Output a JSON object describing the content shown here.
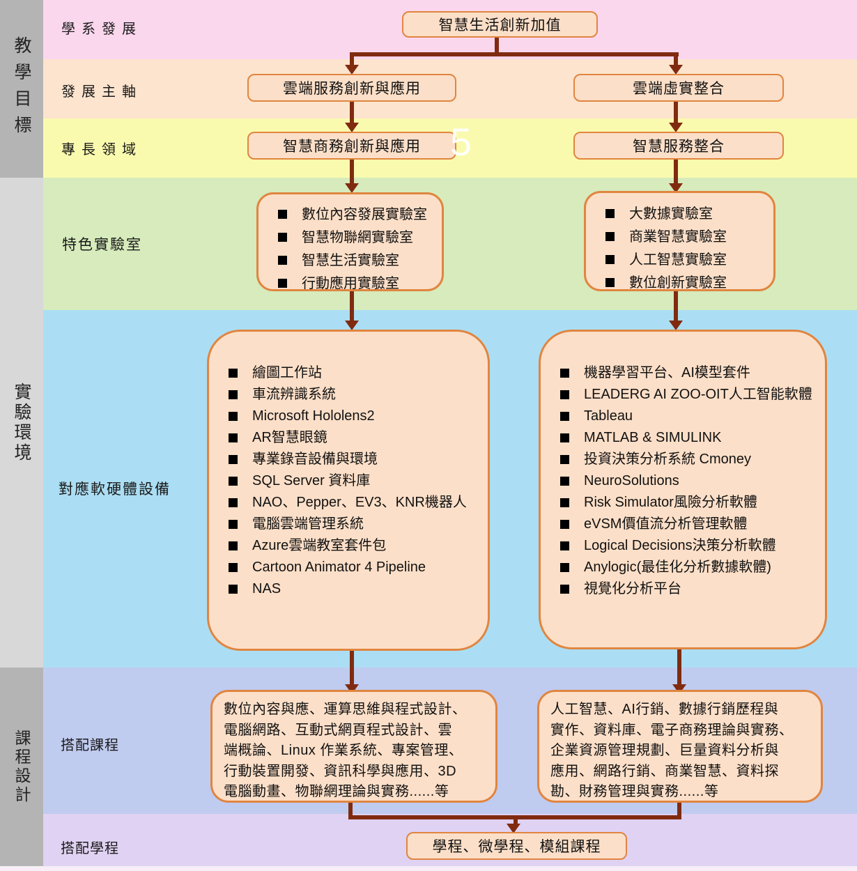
{
  "page": {
    "number_watermark": "5"
  },
  "sidebar": {
    "sections": [
      {
        "label": "教學目標"
      },
      {
        "label": "實驗環境"
      },
      {
        "label": "課程設計"
      }
    ]
  },
  "rows": {
    "dept_dev": "學系發展",
    "dev_axis": "發展主軸",
    "specialty": "專長領域",
    "labs": "特色實驗室",
    "equipment": "對應軟硬體設備",
    "courses": "搭配課程",
    "programs": "搭配學程"
  },
  "nodes": {
    "vision": "智慧生活創新加值",
    "axis_left": "雲端服務創新與應用",
    "axis_right": "雲端虛實整合",
    "field_left": "智慧商務創新與應用",
    "field_right": "智慧服務整合",
    "labs_left": [
      "數位內容發展實驗室",
      "智慧物聯網實驗室",
      "智慧生活實驗室",
      "行動應用實驗室"
    ],
    "labs_right": [
      "大數據實驗室",
      "商業智慧實驗室",
      "人工智慧實驗室",
      "數位創新實驗室"
    ],
    "equipment_left": [
      "繪圖工作站",
      "車流辨識系統",
      "Microsoft Hololens2",
      "AR智慧眼鏡",
      "專業錄音設備與環境",
      "SQL Server 資料庫",
      "NAO、Pepper、EV3、KNR機器人",
      "電腦雲端管理系統",
      "Azure雲端教室套件包",
      "Cartoon Animator 4 Pipeline",
      "NAS"
    ],
    "equipment_right": [
      "機器學習平台、AI模型套件",
      "LEADERG AI ZOO-OIT人工智能軟體",
      "Tableau",
      "MATLAB & SIMULINK",
      "投資決策分析系統 Cmoney",
      "NeuroSolutions",
      "Risk Simulator風險分析軟體",
      "eVSM價值流分析管理軟體",
      "Logical Decisions決策分析軟體",
      "Anylogic(最佳化分析數據軟體)",
      "視覺化分析平台"
    ],
    "courses_left": "數位內容與應、運算思維與程式設計、\n電腦網路、互動式網頁程式設計、雲\n端概論、Linux 作業系統、專案管理、\n行動裝置開發、資訊科學與應用、3D\n電腦動畫、物聯網理論與實務......等",
    "courses_right": "人工智慧、AI行銷、數據行銷歷程與\n實作、資料庫、電子商務理論與實務、\n企業資源管理規劃、巨量資料分析與\n應用、網路行銷、商業智慧、資料探\n勘、財務管理與實務......等",
    "programs": "學程、微學程、模組課程"
  },
  "colors": {
    "arrow": "#802b10",
    "box_border": "#e08540",
    "box_fill": "#fcdfc8",
    "band_dept": "#fbd7ee",
    "band_axis": "#fce4ce",
    "band_field": "#fafaae",
    "band_labs": "#d7ebbc",
    "band_equipment": "#abdef4",
    "band_courses": "#c0cbf0",
    "band_programs": "#e0d2f2",
    "sidebar_dark": "#b4b4b4",
    "sidebar_light": "#d8d8d8"
  }
}
